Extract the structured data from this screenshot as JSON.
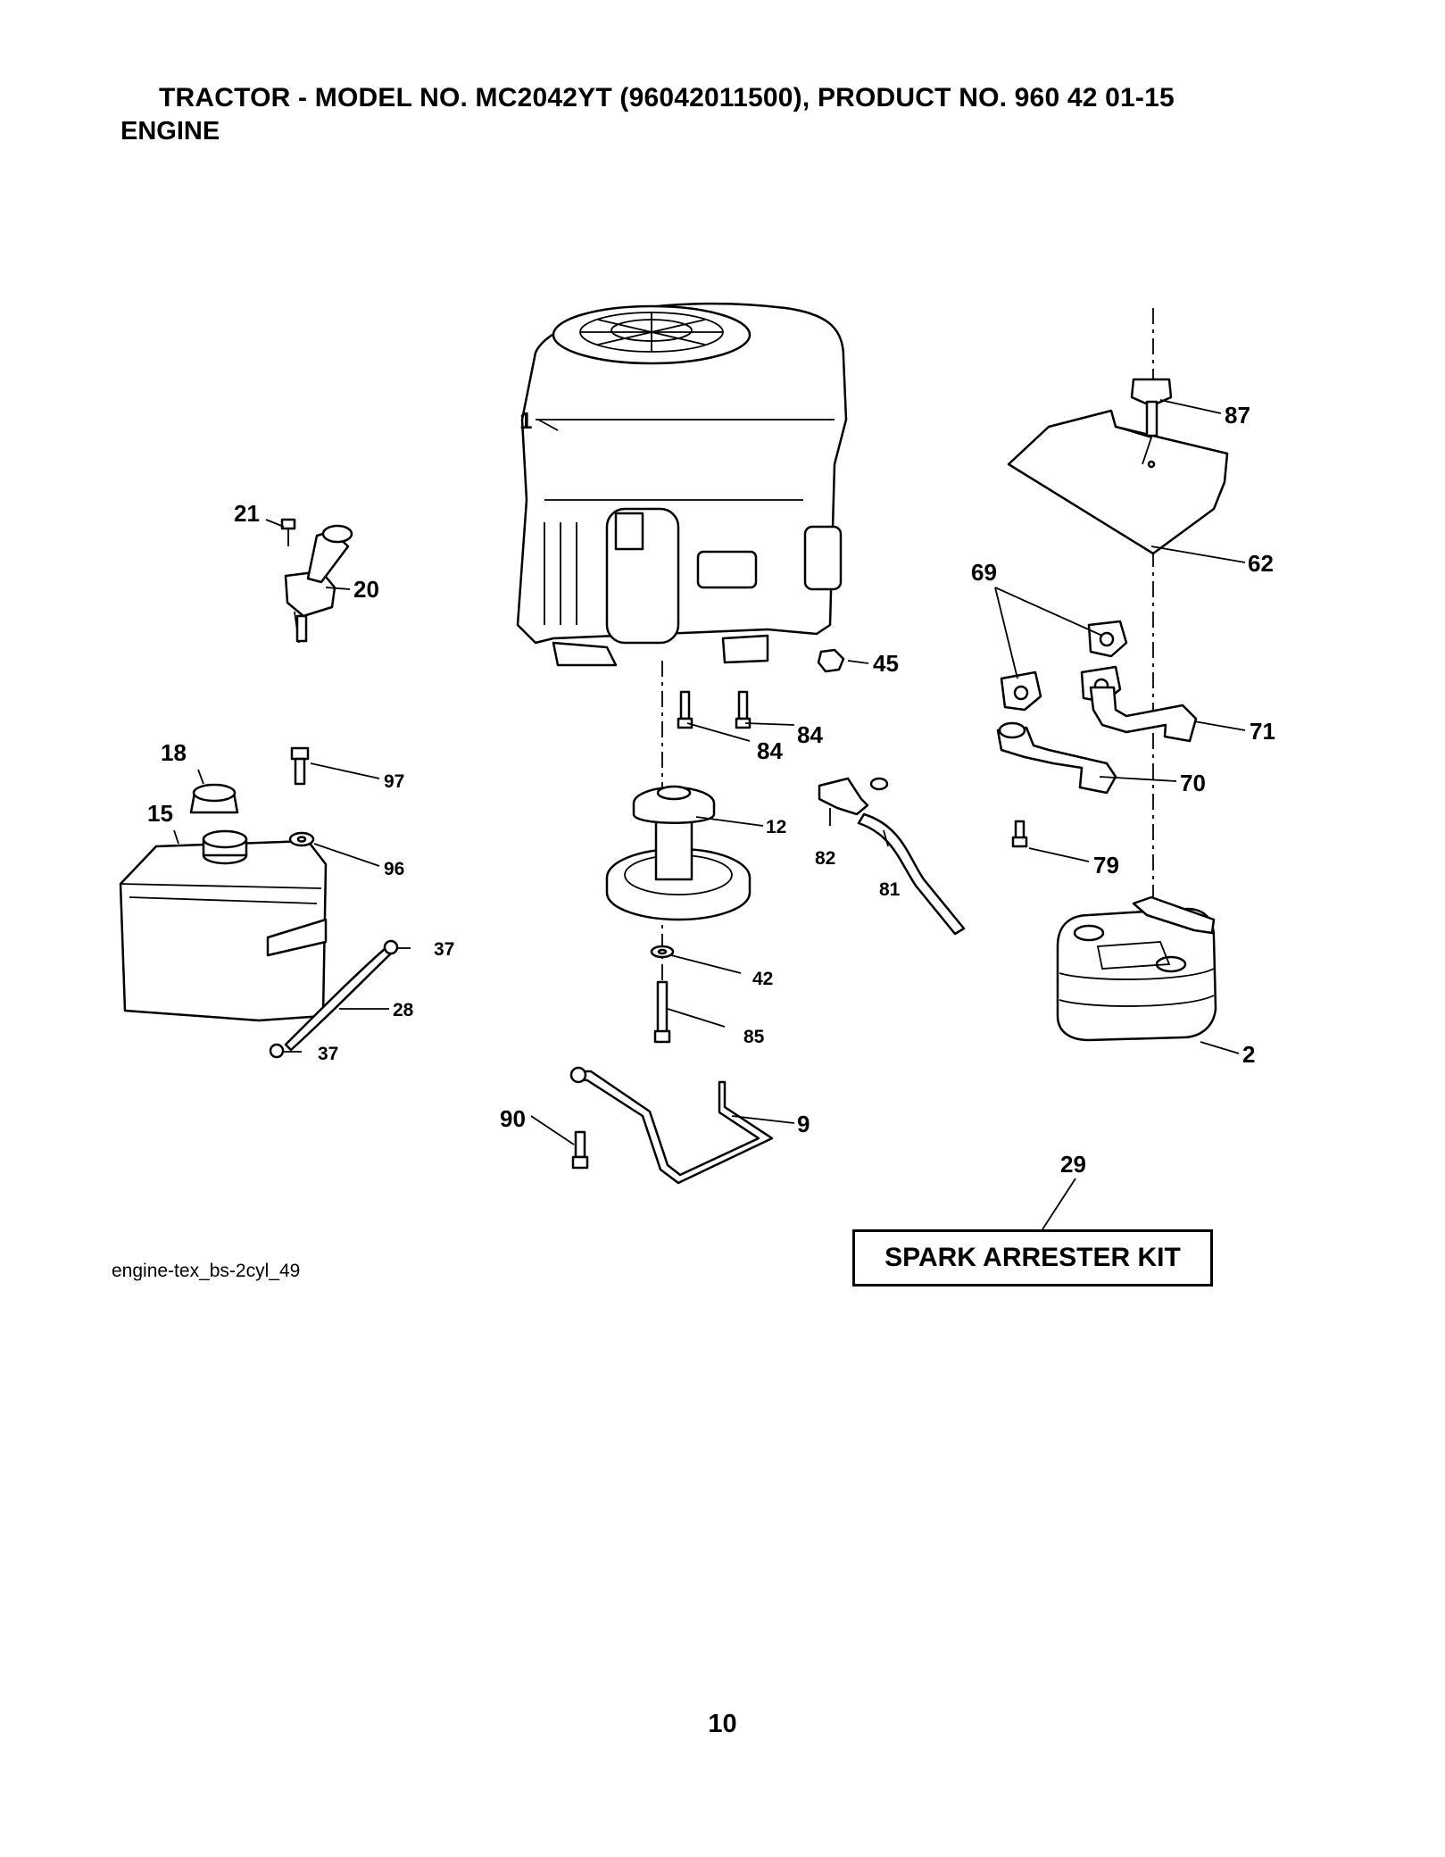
{
  "header": {
    "title": "TRACTOR - MODEL NO. MC2042YT (96042011500), PRODUCT NO. 960 42 01-15",
    "subtitle": "ENGINE"
  },
  "figure_id": "engine-tex_bs-2cyl_49",
  "kit_label": "SPARK ARRESTER KIT",
  "page_number": "10",
  "callouts": {
    "c1": "1",
    "c2": "2",
    "c9": "9",
    "c12": "12",
    "c15": "15",
    "c18": "18",
    "c20": "20",
    "c21": "21",
    "c28": "28",
    "c29": "29",
    "c37a": "37",
    "c37b": "37",
    "c42": "42",
    "c45": "45",
    "c62": "62",
    "c69": "69",
    "c70": "70",
    "c71": "71",
    "c79": "79",
    "c81": "81",
    "c82": "82",
    "c84a": "84",
    "c84b": "84",
    "c85": "85",
    "c87": "87",
    "c90": "90",
    "c96": "96",
    "c97": "97"
  }
}
